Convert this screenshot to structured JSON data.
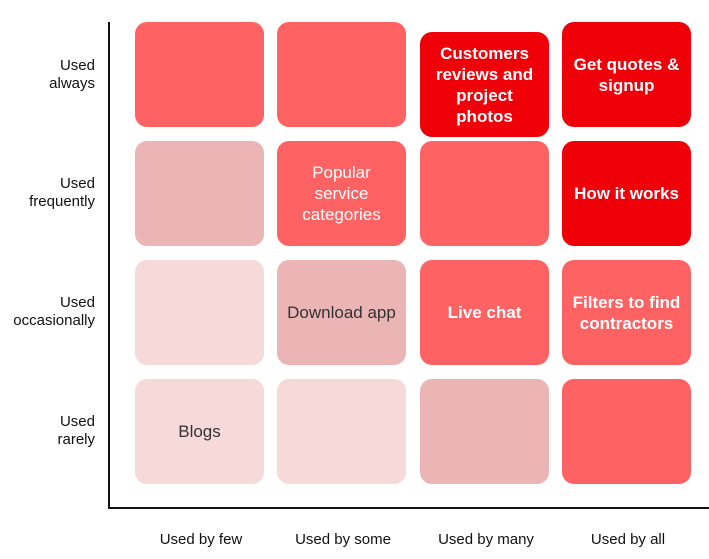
{
  "rows": [
    {
      "label_l1": "Used",
      "label_l2": "always"
    },
    {
      "label_l1": "Used",
      "label_l2": "frequently"
    },
    {
      "label_l1": "Used",
      "label_l2": "occasionally"
    },
    {
      "label_l1": "Used",
      "label_l2": "rarely"
    }
  ],
  "columns": [
    "Used by few",
    "Used by some",
    "Used by many",
    "Used by all"
  ],
  "cells": {
    "r0c2": "Customers reviews and project photos",
    "r0c3": "Get quotes & signup",
    "r1c1": "Popular service categories",
    "r1c3": "How it works",
    "r2c1": "Download app",
    "r2c2": "Live chat",
    "r2c3": "Filters to find contractors",
    "r3c0": "Blogs"
  },
  "colors": {
    "strongest": "#ef0008",
    "strong": "#ff6262",
    "medium": "#ebb5b5",
    "light": "#f6dada",
    "axis": "#111111"
  }
}
